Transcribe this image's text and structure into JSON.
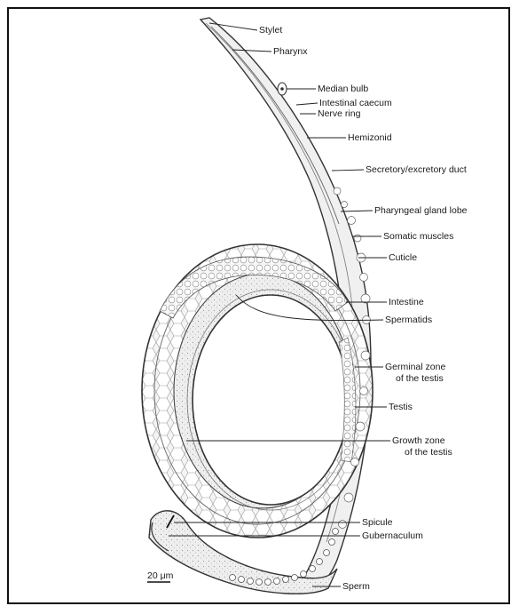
{
  "labels": {
    "stylet": "Stylet",
    "pharynx": "Pharynx",
    "median_bulb": "Median bulb",
    "intestinal_caecum": "Intestinal caecum",
    "nerve_ring": "Nerve ring",
    "hemizonid": "Hemizonid",
    "secretory_duct": "Secretory/excretory duct",
    "pharyngeal_gland_lobe": "Pharyngeal gland lobe",
    "somatic_muscles": "Somatic muscles",
    "cuticle": "Cuticle",
    "intestine": "Intestine",
    "spermatids": "Spermatids",
    "germinal_zone_1": "Germinal zone",
    "germinal_zone_2": "of the testis",
    "testis": "Testis",
    "growth_zone_1": "Growth zone",
    "growth_zone_2": "of the testis",
    "spicule": "Spicule",
    "gubernaculum": "Gubernaculum",
    "sperm": "Sperm"
  },
  "scale_bar": {
    "text": "20 μm"
  },
  "colors": {
    "outline": "#333333",
    "body_fill": "#f1f1f1",
    "cell_fill": "#ffffff",
    "stipple": "#bcbcbc"
  }
}
